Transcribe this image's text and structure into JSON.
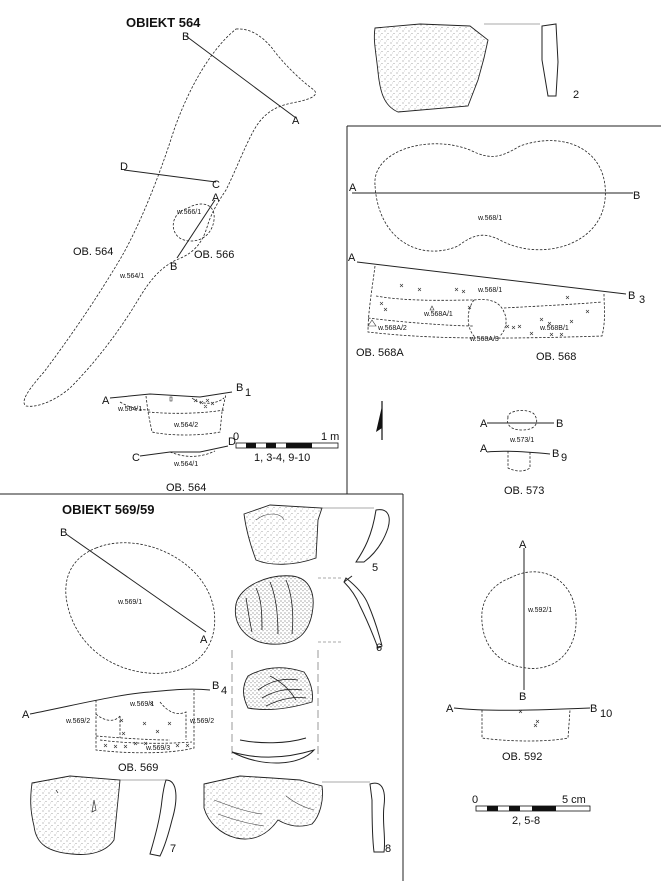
{
  "titles": {
    "obiekt_564": "OBIEKT 564",
    "obiekt_569": "OBIEKT 569/59"
  },
  "ob564": {
    "plan_label": "OB. 564",
    "ob566_label": "OB. 566",
    "fill_564_1": "w.564/1",
    "fill_566_1": "w.566/1",
    "section_label": "OB. 564",
    "sec_fill_1": "w.564/1",
    "sec_fill_2": "w.564/2",
    "sec_fill_c": "w.564/1",
    "point_a": "A",
    "point_b": "B",
    "point_c": "C",
    "point_d": "D",
    "section_no": "1"
  },
  "ob568": {
    "fill_568_1": "w.568/1",
    "sec_fill_1": "w.568/1",
    "sec_fill_a1": "w.568A/1",
    "sec_fill_a2": "w.568A/2",
    "sec_fill_a3": "w.568A/3",
    "sec_fill_b1": "w.568B/1",
    "label_a": "OB. 568A",
    "label": "OB. 568",
    "section_no": "3"
  },
  "ob573": {
    "fill": "w.573/1",
    "label": "OB. 573",
    "section_no": "9"
  },
  "ob569": {
    "fill_plan": "w.569/1",
    "sec_fill_1": "w.569/1",
    "sec_fill_2l": "w.569/2",
    "sec_fill_2r": "w.569/2",
    "sec_fill_3": "w.569/3",
    "label": "OB. 569",
    "section_no": "4"
  },
  "ob592": {
    "fill": "w.592/1",
    "label": "OB. 592",
    "section_no": "10"
  },
  "finds": {
    "no_2": "2",
    "no_5": "5",
    "no_6": "6",
    "no_7": "7",
    "no_8": "8"
  },
  "scale_m": {
    "zero": "0",
    "end": "1 m",
    "caption": "1, 3-4, 9-10"
  },
  "scale_cm": {
    "zero": "0",
    "end": "5 cm",
    "caption": "2, 5-8"
  }
}
